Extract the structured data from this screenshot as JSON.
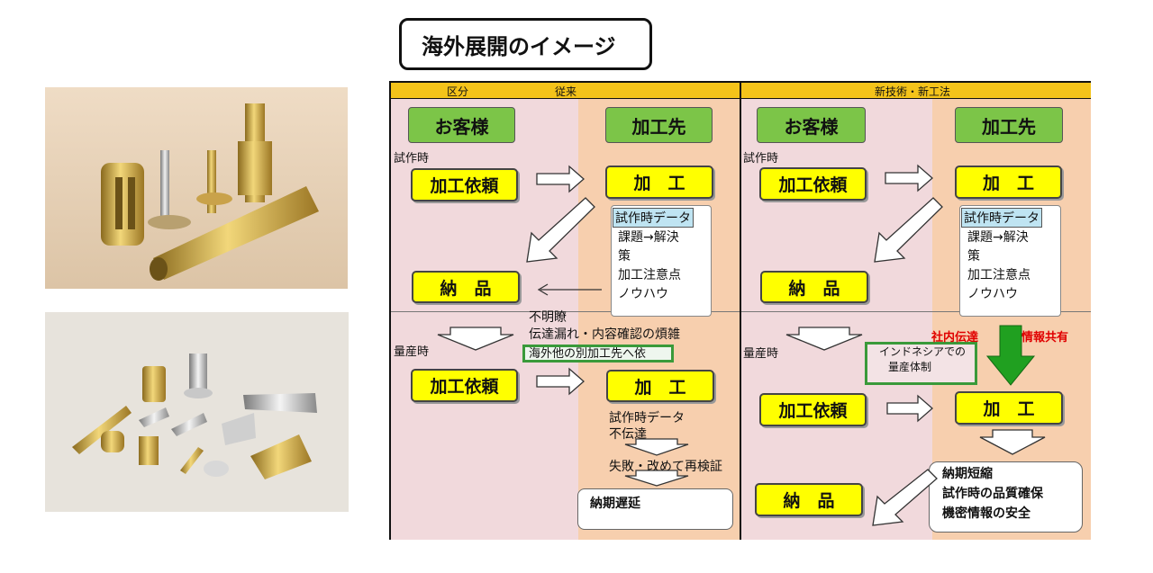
{
  "title": "海外展開のイメージ",
  "photos": {
    "top": "machined-brass-parts-photo",
    "bottom": "precision-parts-photo"
  },
  "header": {
    "kubun": "区分",
    "conventional": "従来",
    "new_method": "新技術・新工法"
  },
  "left": {
    "customer": "お客様",
    "processor": "加工先",
    "trial_label": "試作時",
    "order": "加工依頼",
    "process": "加　工",
    "data_title": "試作時データ",
    "data_lines": [
      "課題→解決",
      "策",
      "加工注意点",
      "ノウハウ"
    ],
    "delivery": "納　品",
    "issue_lines": [
      "不明瞭",
      "伝達漏れ・内容確認の煩雑"
    ],
    "overseas_note": "海外他の別加工先へ依",
    "mass_label": "量産時",
    "mass_order": "加工依頼",
    "mass_process": "加　工",
    "fail_lines": [
      "試作時データ",
      "不伝達"
    ],
    "retest": "失敗・改めて再検証",
    "delay": "納期遅延"
  },
  "right": {
    "customer": "お客様",
    "processor": "加工先",
    "trial_label": "試作時",
    "order": "加工依頼",
    "process": "加　工",
    "data_title": "試作時データ",
    "data_lines": [
      "課題→解決",
      "策",
      "加工注意点",
      "ノウハウ"
    ],
    "delivery": "納　品",
    "mass_label": "量産時",
    "indonesia_lines": [
      "インドネシアでの",
      "量産体制"
    ],
    "internal_transfer": "社内伝達",
    "info_share": "情報共有",
    "mass_order": "加工依頼",
    "mass_process": "加　工",
    "benefits": [
      "納期短縮",
      "試作時の品質確保",
      "機密情報の安全"
    ],
    "delivery2": "納　品"
  },
  "colors": {
    "yellow": "#ffff00",
    "green": "#7cc548",
    "pink": "#f1d9dc",
    "peach": "#f7cfae",
    "header": "#f4c31a",
    "red": "#e00000",
    "arrow_green": "#20a020"
  }
}
